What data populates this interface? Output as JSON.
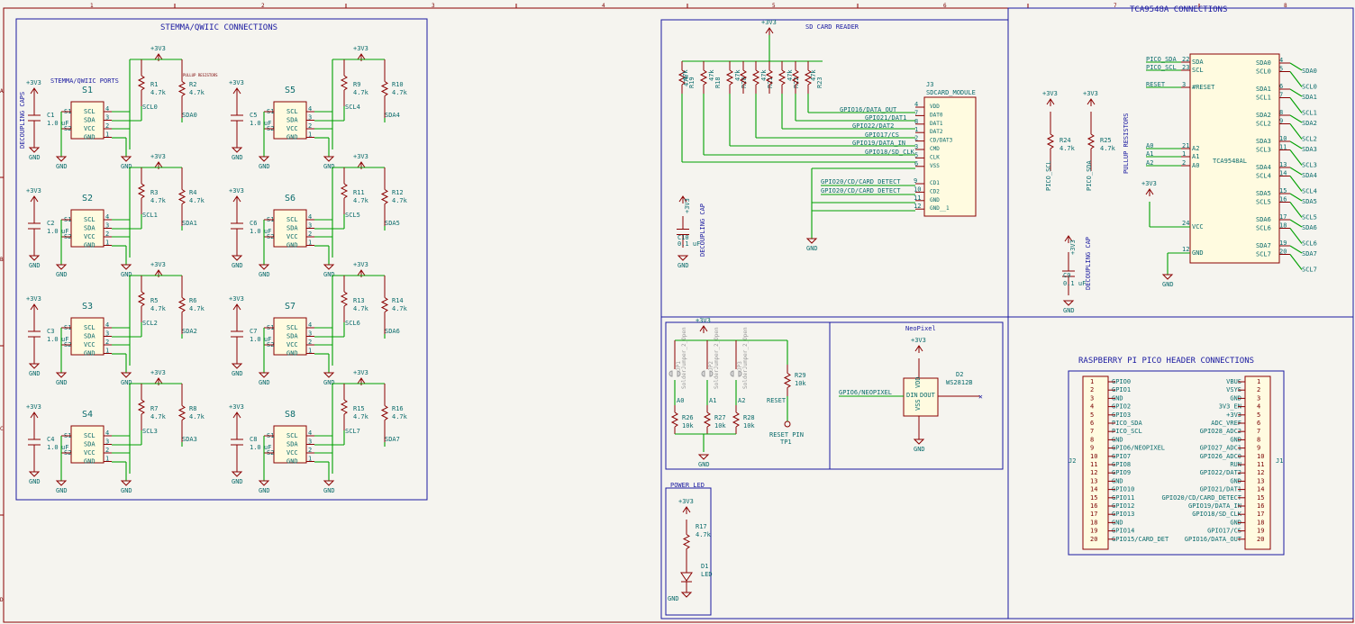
{
  "border": {
    "columns": [
      "1",
      "2",
      "3",
      "4",
      "5",
      "6",
      "7",
      "8"
    ],
    "rows": [
      "A",
      "B",
      "C",
      "D"
    ]
  },
  "stemma": {
    "title": "STEMMA/QWIIC CONNECTIONS",
    "caps_label": "DECOUPLING CAPS",
    "ports_label": "STEMMA/QWIIC PORTS",
    "pullup_label": "PULLUP RESISTORS",
    "power": "+3V3",
    "gnd": "GND",
    "pins": [
      "SCL",
      "SDA",
      "VCC",
      "GND"
    ],
    "pin_numbers": [
      "4",
      "3",
      "2",
      "1"
    ],
    "s_pins": [
      "S1",
      "S2"
    ],
    "resistor_value": "4.7k",
    "cap_value_line1": "1.0",
    "cap_value_line2": "uF",
    "ports": [
      {
        "ref": "S1",
        "cap": "C1",
        "r1": "R1",
        "r2": "R2",
        "scl": "SCL0",
        "sda": "SDA0"
      },
      {
        "ref": "S2",
        "cap": "C2",
        "r1": "R3",
        "r2": "R4",
        "scl": "SCL1",
        "sda": "SDA1"
      },
      {
        "ref": "S3",
        "cap": "C3",
        "r1": "R5",
        "r2": "R6",
        "scl": "SCL2",
        "sda": "SDA2"
      },
      {
        "ref": "S4",
        "cap": "C4",
        "r1": "R7",
        "r2": "R8",
        "scl": "SCL3",
        "sda": "SDA3"
      },
      {
        "ref": "S5",
        "cap": "C5",
        "r1": "R9",
        "r2": "R10",
        "scl": "SCL4",
        "sda": "SDA4"
      },
      {
        "ref": "S6",
        "cap": "C6",
        "r1": "R11",
        "r2": "R12",
        "scl": "SCL5",
        "sda": "SDA5"
      },
      {
        "ref": "S7",
        "cap": "C7",
        "r1": "R13",
        "r2": "R14",
        "scl": "SCL6",
        "sda": "SDA6"
      },
      {
        "ref": "S8",
        "cap": "C8",
        "r1": "R15",
        "r2": "R16",
        "scl": "SCL7",
        "sda": "SDA7"
      }
    ]
  },
  "sd": {
    "title": "SD CARD READER",
    "power": "+3V3",
    "resistors": [
      "R19",
      "R18",
      "R20",
      "R21",
      "R22",
      "R23"
    ],
    "r_value": "47k",
    "ref": "J3",
    "module": "SDCARD_MODULE",
    "nets": [
      "GPIO16/DATA_OUT",
      "GPIO21/DAT1",
      "GPIO22/DAT2",
      "GPIO17/CS",
      "GPIO19/DATA_IN",
      "GPIO18/SD_CLK"
    ],
    "pin_nums": [
      "4",
      "7",
      "8",
      "1",
      "2",
      "3",
      "5",
      "6"
    ],
    "pin_names": [
      "VDD",
      "DAT0",
      "DAT1",
      "DAT2",
      "CD/DAT3",
      "CMD",
      "CLK",
      "VSS"
    ],
    "detect_nets": [
      "GPIO20/CD/CARD_DETECT",
      "GPIO20/CD/CARD_DETECT"
    ],
    "detect_pins": [
      "9",
      "10",
      "11",
      "12"
    ],
    "detect_names": [
      "CD1",
      "CD2",
      "GND",
      "GND__1"
    ],
    "cap_ref": "C10",
    "cap_value": "0.1 uF",
    "cap_label": "DECOUPLING CAP",
    "gnd": "GND"
  },
  "tca": {
    "title": "TCA9548A CONNECTIONS",
    "chip": "TCA9548AL",
    "left_nets": [
      "PICO_SDA",
      "PICO_SCL",
      "RESET",
      "A0",
      "A1",
      "A2"
    ],
    "left_pins": [
      "22",
      "23",
      "3",
      "21",
      "1",
      "2"
    ],
    "left_names": [
      "SDA",
      "SCL",
      "#RESET",
      "A2",
      "A1",
      "A0"
    ],
    "vcc_pin": "24",
    "vcc_name": "VCC",
    "gnd_pin": "12",
    "gnd_name": "GND",
    "power": "+3V3",
    "gnd": "GND",
    "right_names": [
      "SDA0",
      "SCL0",
      "SDA1",
      "SCL1",
      "SDA2",
      "SCL2",
      "SDA3",
      "SCL3",
      "SDA4",
      "SCL4",
      "SDA5",
      "SCL5",
      "SDA6",
      "SCL6",
      "SDA7",
      "SCL7"
    ],
    "right_pins": [
      "4",
      "5",
      "6",
      "7",
      "8",
      "9",
      "10",
      "11",
      "13",
      "14",
      "15",
      "16",
      "17",
      "18",
      "19",
      "20"
    ],
    "r24": "R24",
    "r25": "R25",
    "r_value": "4.7k",
    "pico_scl": "PICO_SCL",
    "pico_sda": "PICO_SDA",
    "pullups": "PULLUP RESISTORS",
    "cap_ref": "C9",
    "cap_value": "0.1 uF",
    "cap_label": "DECOUPLING CAP"
  },
  "jumpers": {
    "power": "+3V3",
    "jp": [
      "JP1",
      "JP2",
      "JP3"
    ],
    "jp_type": "SolderJumper_2_Open",
    "addr": [
      "A0",
      "A1",
      "A2"
    ],
    "r": [
      "R26",
      "R27",
      "R28"
    ],
    "r_value": "10k",
    "r29": "R29",
    "reset": "RESET",
    "reset_pin": "RESET PIN",
    "tp": "TP1",
    "gnd": "GND"
  },
  "neopixel": {
    "title": "NeoPixel",
    "power": "+3V3",
    "ref": "D2",
    "part": "WS2812B",
    "net": "GPIO6/NEOPIXEL",
    "din": "DIN",
    "dout": "DOUT",
    "vdd": "VDD",
    "vss": "VSS",
    "gnd": "GND"
  },
  "power_led": {
    "title": "POWER LED",
    "power": "+3V3",
    "r": "R17",
    "r_value": "4.7k",
    "d": "D1",
    "d_value": "LED",
    "gnd": "GND"
  },
  "pico": {
    "title": "RASPBERRY PI PICO HEADER CONNECTIONS",
    "j2": "J2",
    "j1": "J1",
    "left": [
      "GPIO0",
      "GPIO1",
      "GND",
      "GPIO2",
      "GPIO3",
      "PICO_SDA",
      "PICO_SCL",
      "GND",
      "GPIO6/NEOPIXEL",
      "GPIO7",
      "GPIO8",
      "GPIO9",
      "GND",
      "GPIO10",
      "GPIO11",
      "GPIO12",
      "GPIO13",
      "GND",
      "GPIO14",
      "GPIO15/CARD_DET"
    ],
    "right": [
      "VBUS",
      "VSYS",
      "GND",
      "3V3_EN",
      "+3V3",
      "ADC_VREF",
      "GPIO28_ADC2",
      "GND",
      "GPIO27_ADC1",
      "GPIO26_ADC0",
      "RUN",
      "GPIO22/DAT2",
      "GND",
      "GPIO21/DAT1",
      "GPIO20/CD/CARD_DETECT",
      "GPIO19/DATA_IN",
      "GPIO18/SD_CLK",
      "GND",
      "GPIO17/CS",
      "GPIO16/DATA_OUT"
    ],
    "nums": [
      "1",
      "2",
      "3",
      "4",
      "5",
      "6",
      "7",
      "8",
      "9",
      "10",
      "11",
      "12",
      "13",
      "14",
      "15",
      "16",
      "17",
      "18",
      "19",
      "20"
    ]
  }
}
